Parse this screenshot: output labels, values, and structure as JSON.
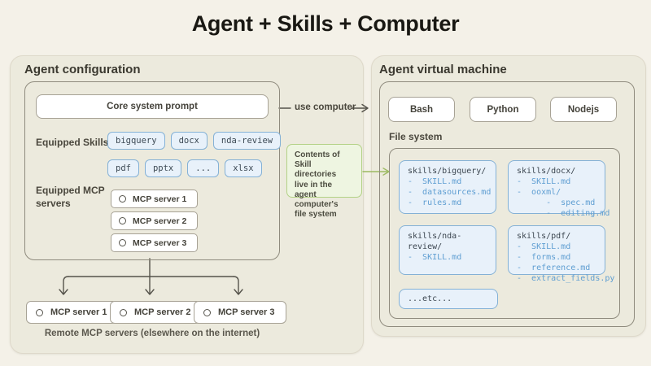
{
  "title": "Agent + Skills + Computer",
  "colors": {
    "page_bg": "#f4f1e8",
    "panel_bg": "#eceadd",
    "card_blue_bg": "#e8f1fa",
    "card_blue_border": "#84b1d6",
    "file_text_blue": "#5f9ed2",
    "note_green_bg": "#eef5e1",
    "note_green_border": "#b3d186",
    "arrow_gray": "#55534b",
    "arrow_green": "#9cb961"
  },
  "agent_config": {
    "title": "Agent configuration",
    "core_prompt": "Core system prompt",
    "skills_label": "Equipped Skills",
    "skills_row1": [
      "bigquery",
      "docx",
      "nda-review"
    ],
    "skills_row2": [
      "pdf",
      "pptx",
      "...",
      "xlsx"
    ],
    "mcp_label": "Equipped MCP servers",
    "mcp_servers": [
      "MCP server 1",
      "MCP server 2",
      "MCP server 3"
    ]
  },
  "remote": {
    "servers": [
      "MCP server 1",
      "MCP server 2",
      "MCP server 3"
    ],
    "caption": "Remote MCP servers (elsewhere on the internet)"
  },
  "connectors": {
    "use_computer_label": "use computer",
    "green_note": "Contents of\nSkill directories\nlive in the\nagent computer's\nfile system"
  },
  "vm": {
    "title": "Agent virtual machine",
    "runtimes": [
      "Bash",
      "Python",
      "Nodejs"
    ],
    "fs_label": "File system",
    "cards": [
      {
        "title": "skills/bigquery/",
        "lines": "-  SKILL.md\n-  datasources.md\n-  rules.md"
      },
      {
        "title": "skills/docx/",
        "lines": "-  SKILL.md\n-  ooxml/\n      -  spec.md\n      -  editing.md"
      },
      {
        "title": "skills/nda-review/",
        "lines": "-  SKILL.md"
      },
      {
        "title": "skills/pdf/",
        "lines": "-  SKILL.md\n-  forms.md\n-  reference.md\n-  extract_fields.py"
      }
    ],
    "etc": "...etc..."
  },
  "icons": {
    "mcp_server_bullet": "circle-outline",
    "arrow_style": "open-chevron"
  }
}
